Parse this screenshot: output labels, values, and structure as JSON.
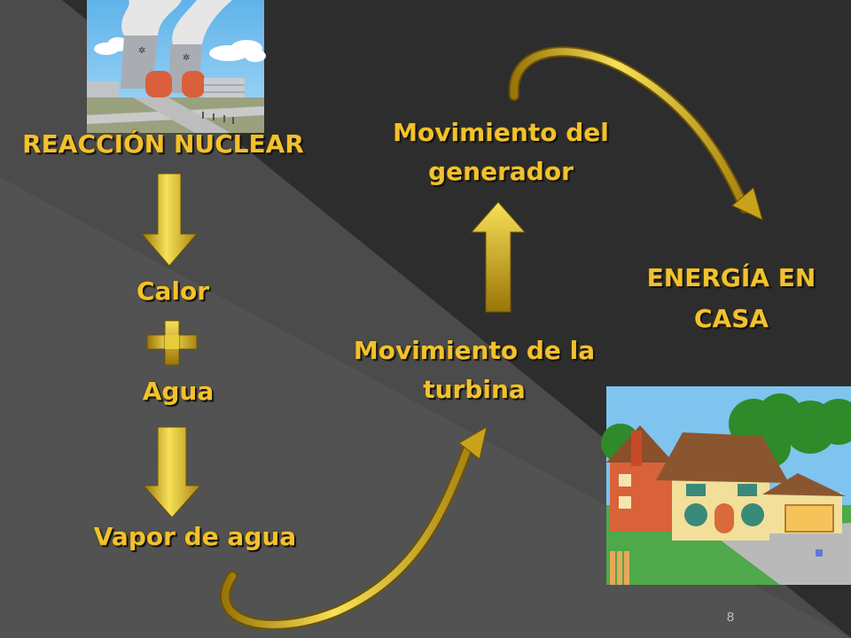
{
  "diagram": {
    "nodes": {
      "reaccion": "REACCIÓN NUCLEAR",
      "calor": "Calor",
      "agua": "Agua",
      "vapor": "Vapor de agua",
      "turbina_line1": "Movimiento de la",
      "turbina_line2": "turbina",
      "generador_line1": "Movimiento del",
      "generador_line2": "generador",
      "casa_line1": "ENERGÍA EN",
      "casa_line2": "CASA"
    },
    "operator_icon": "plus-icon",
    "images": [
      "nuclear-plant-illustration",
      "house-illustration"
    ]
  },
  "page_number": "8",
  "colors": {
    "label": "#f2c12c",
    "arrow_light": "#f6df4e",
    "arrow_dark": "#8a6a08",
    "background": "#2e2e2e"
  }
}
